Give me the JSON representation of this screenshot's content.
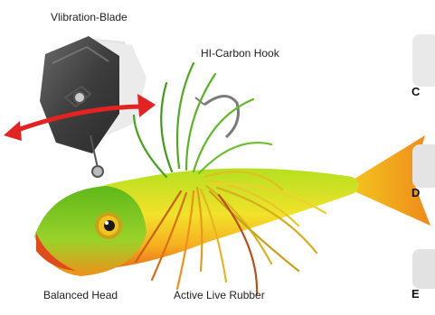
{
  "labels": {
    "blade": "Vlibration-Blade",
    "hook": "HI-Carbon Hook",
    "head": "Balanced Head",
    "rubber": "Active Live Rubber"
  },
  "side_letters": [
    "C",
    "D",
    "E"
  ],
  "colors": {
    "blade": "#4a4a4a",
    "arrow": "#e32222",
    "fish_green": "#7cc21e",
    "fish_yellow": "#f2e22a",
    "fish_orange": "#f08a1a",
    "fish_red": "#e04a1c"
  }
}
